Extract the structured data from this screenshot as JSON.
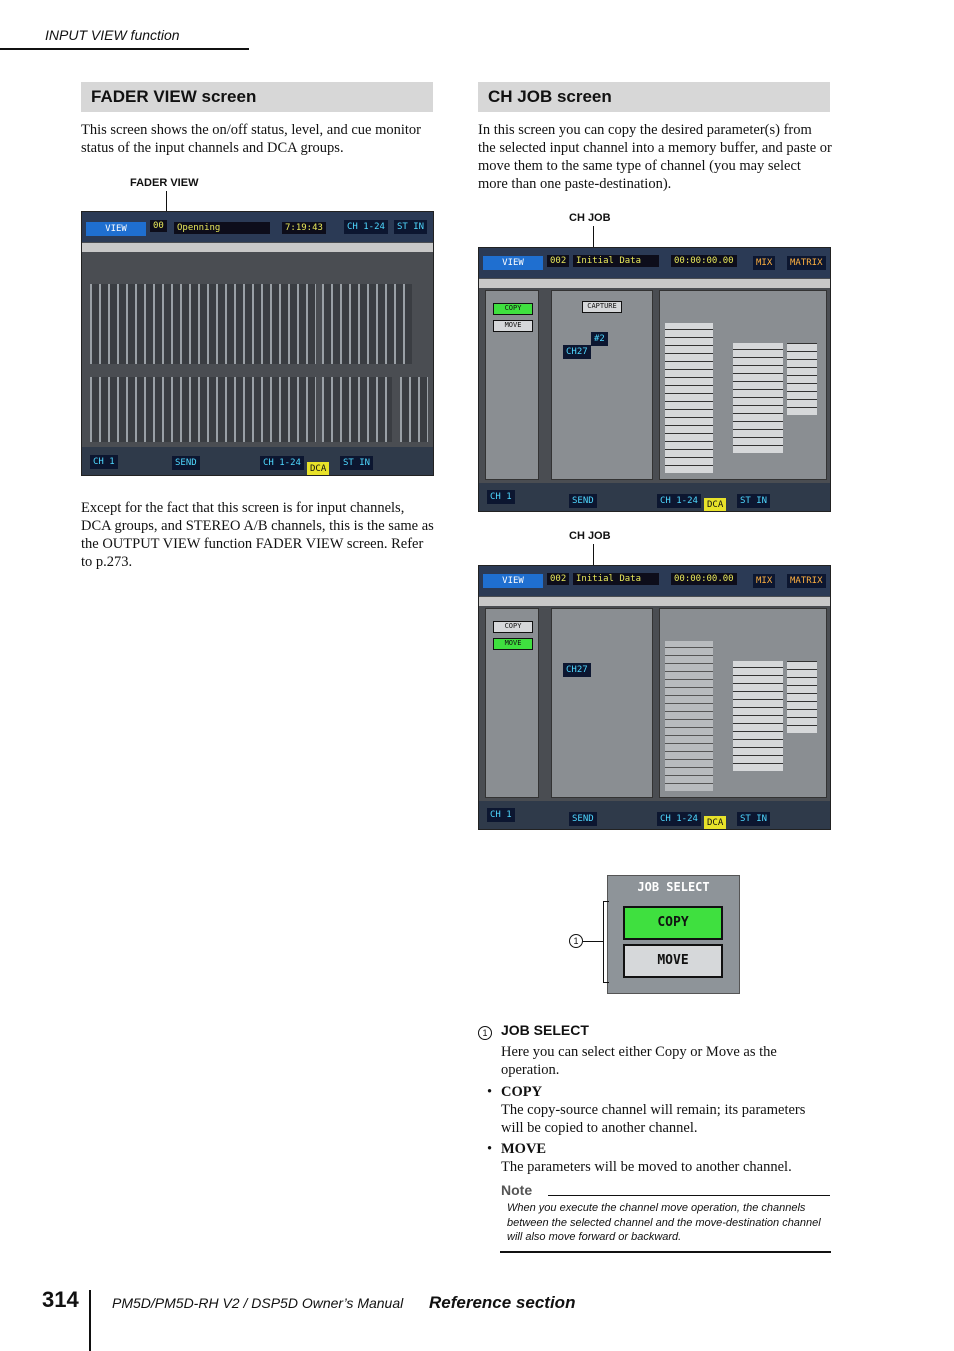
{
  "header": {
    "label": "INPUT VIEW function"
  },
  "fader_view": {
    "heading": "FADER VIEW screen",
    "intro": "This screen shows the on/off status, level, and cue monitor status of the input channels and DCA groups.",
    "callout": "FADER VIEW",
    "after": "Except for the fact that this screen is for input channels, DCA groups, and STEREO A/B channels, this is the same as the OUTPUT VIEW function FADER VIEW screen. Refer to p.273.",
    "screen": {
      "view_label": "VIEW",
      "scene_no": "00",
      "scene_title": "Openning",
      "time": "7:19:43",
      "ch_range": "CH 1-24",
      "st_in": "ST IN",
      "selected_ch": "CH 1",
      "send": "SEND",
      "dca": "DCA"
    }
  },
  "ch_job": {
    "heading": "CH JOB screen",
    "intro": "In this screen you can copy the desired parameter(s) from the selected input channel into a memory buffer, and paste or move them to the same type of channel (you may select more than one paste-destination).",
    "callout_1": "CH JOB",
    "callout_2": "CH JOB",
    "screen": {
      "view_label": "VIEW",
      "scene_no": "002",
      "scene_title": "Initial Data",
      "timecode": "00:00:00.00",
      "mix": "MIX",
      "matrix": "MATRIX",
      "copy": "COPY",
      "move": "MOVE",
      "capture": "CAPTURE",
      "buffered_ch": "CH27",
      "machine_id": "#2",
      "selected_ch": "CH 1",
      "send": "SEND",
      "ch_range": "CH 1-24",
      "dca": "DCA",
      "st_in": "ST IN"
    }
  },
  "job_select_detail": {
    "title": "JOB SELECT",
    "copy": "COPY",
    "move": "MOVE",
    "marker": "1"
  },
  "description": {
    "marker": "1",
    "title": "JOB SELECT",
    "text": "Here you can select either Copy or Move as the operation.",
    "items": [
      {
        "bullet": "•",
        "label": "COPY",
        "text": "The copy-source channel will remain; its parameters will be copied to another channel."
      },
      {
        "bullet": "•",
        "label": "MOVE",
        "text": "The parameters will be moved to another channel."
      }
    ]
  },
  "note": {
    "label": "Note",
    "text": "When you execute the channel move operation, the channels between the selected channel and the move-destination channel will also move forward or backward."
  },
  "footer": {
    "page": "314",
    "manual": "PM5D/PM5D-RH V2 / DSP5D Owner’s Manual",
    "section": "Reference section"
  }
}
